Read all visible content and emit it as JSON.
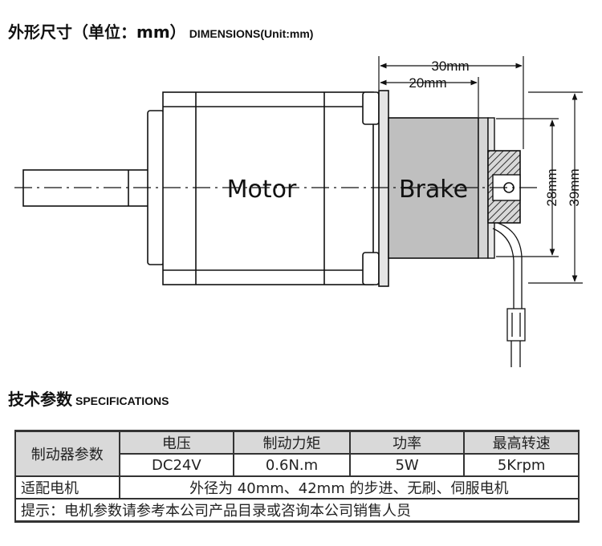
{
  "dimensions_section": {
    "title_cn": "外形尺寸（单位：mm）",
    "title_en": "DIMENSIONS(Unit:mm)"
  },
  "drawing": {
    "motor_label": "Motor",
    "brake_label": "Brake",
    "dim_30": "30mm",
    "dim_20": "20mm",
    "dim_28": "28mm",
    "dim_39": "39mm"
  },
  "specifications_section": {
    "title_cn": "技术参数",
    "title_en": "SPECIFICATIONS"
  },
  "spec_table": {
    "row_label": "制动器参数",
    "headers": [
      "电压",
      "制动力矩",
      "功率",
      "最高转速"
    ],
    "values": [
      "DC24V",
      "0.6N.m",
      "5W",
      "5Krpm"
    ],
    "compat_label": "适配电机",
    "compat_value": "外径为 40mm、42mm 的步进、无刷、伺服电机",
    "note": "提示：电机参数请参考本公司产品目录或咨询本公司销售人员"
  }
}
